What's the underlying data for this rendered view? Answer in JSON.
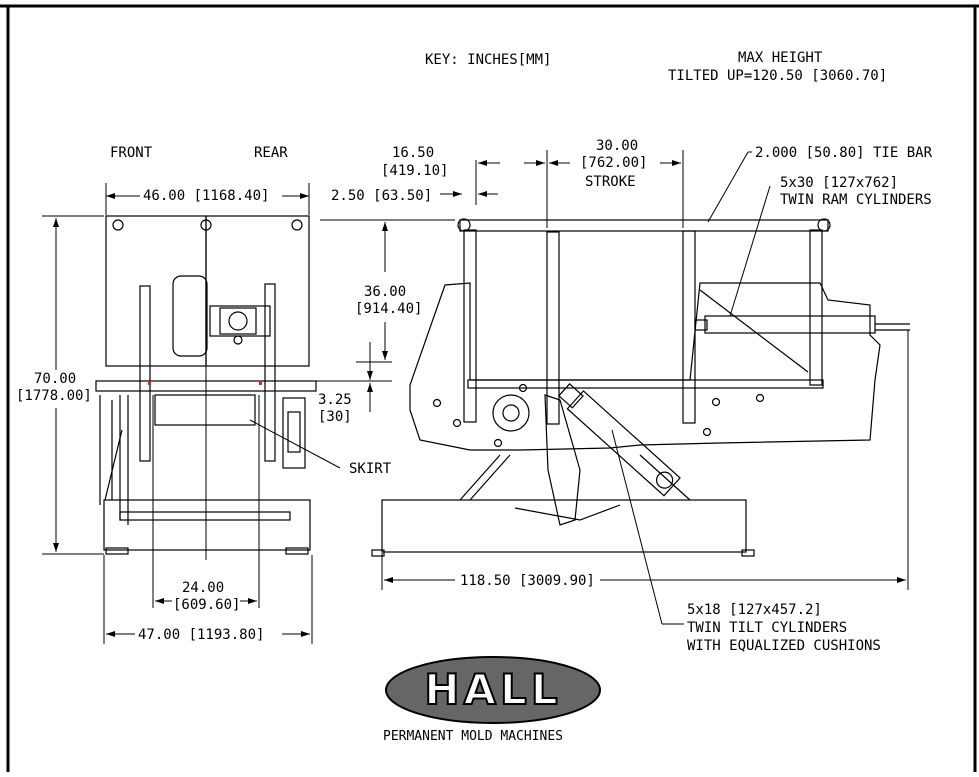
{
  "key_label": "KEY: INCHES[MM]",
  "max_height": {
    "line1": "MAX HEIGHT",
    "line2": "TILTED UP=120.50 [3060.70]"
  },
  "end_view": {
    "front_label": "FRONT",
    "rear_label": "REAR",
    "top_width": "46.00 [1168.40]",
    "height_overall_in": "70.00",
    "height_overall_mm": "[1778.00]",
    "inner_width_in": "24.00",
    "inner_width_mm": "[609.60]",
    "base_width": "47.00 [1193.80]",
    "skirt_label": "SKIRT"
  },
  "side_view": {
    "offset_in": "16.50",
    "offset_mm": "[419.10]",
    "offset_small": "2.50 [63.50]",
    "stroke_in": "30.00",
    "stroke_mm": "[762.00]",
    "stroke_label": "STROKE",
    "tie_bar": "2.000 [50.80] TIE BAR",
    "ram_line1": "5x30 [127x762]",
    "ram_line2": "TWIN RAM CYLINDERS",
    "height_in": "36.00",
    "height_mm": "[914.40]",
    "skirt_drop_in": "3.25",
    "skirt_drop_mm": "[30]",
    "length": "118.50 [3009.90]",
    "tilt_line1": "5x18 [127x457.2]",
    "tilt_line2": "TWIN TILT CYLINDERS",
    "tilt_line3": "WITH EQUALIZED CUSHIONS"
  },
  "logo": {
    "brand": "HALL",
    "tagline": "PERMANENT MOLD MACHINES"
  }
}
